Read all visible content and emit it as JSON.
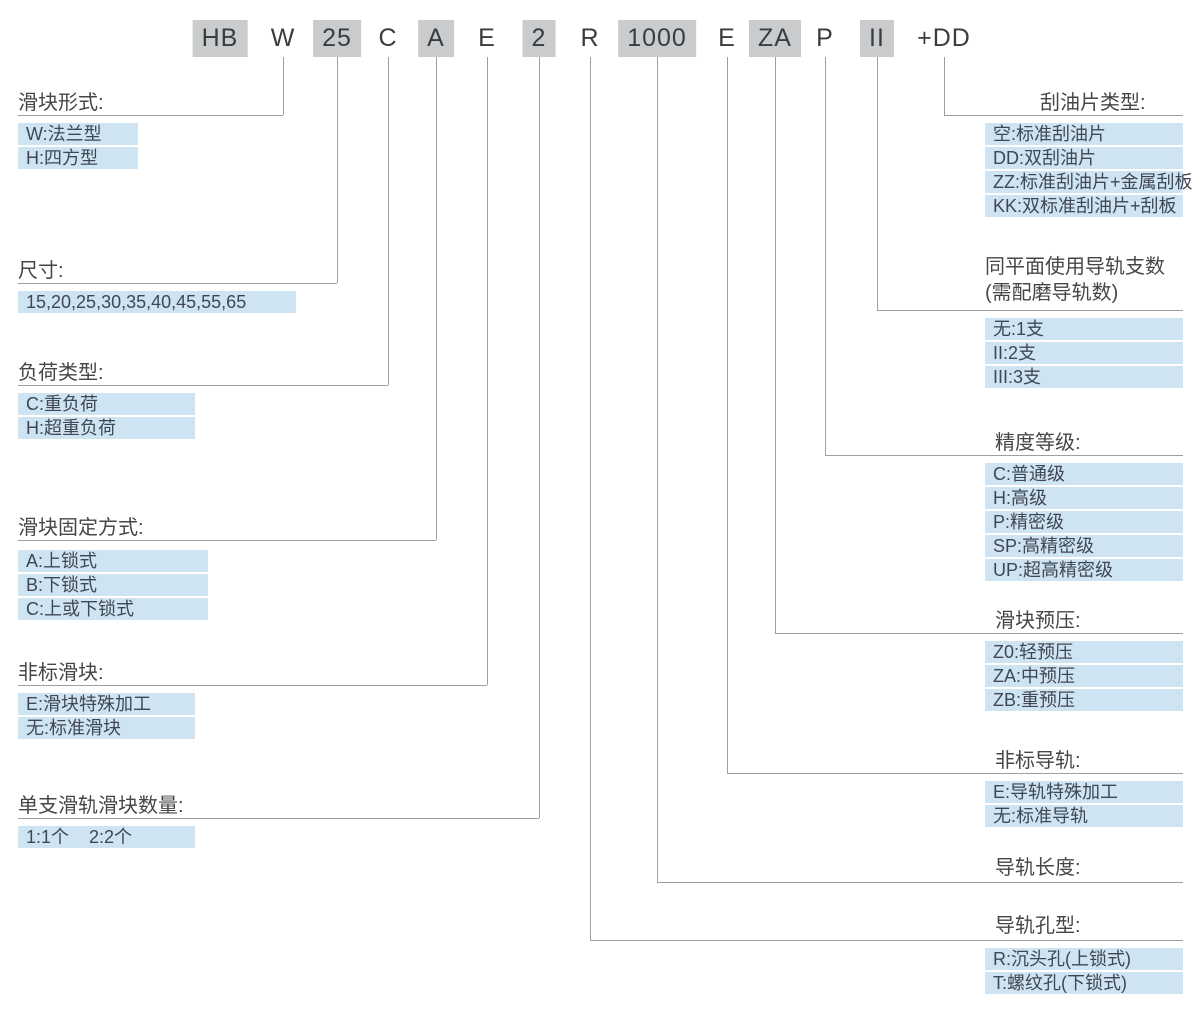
{
  "colors": {
    "segment_shade": "#c9cbcc",
    "item_background": "#cfe4f3",
    "connector_line": "#9aa0a6",
    "text": "#3f4852"
  },
  "code": {
    "segments": [
      {
        "text": "HB",
        "shaded": true
      },
      {
        "text": "W",
        "shaded": false
      },
      {
        "text": "25",
        "shaded": true
      },
      {
        "text": "C",
        "shaded": false
      },
      {
        "text": "A",
        "shaded": true
      },
      {
        "text": "E",
        "shaded": false
      },
      {
        "text": "2",
        "shaded": true
      },
      {
        "text": "R",
        "shaded": false
      },
      {
        "text": "1000",
        "shaded": true
      },
      {
        "text": "E",
        "shaded": false
      },
      {
        "text": "ZA",
        "shaded": true
      },
      {
        "text": "P",
        "shaded": false
      },
      {
        "text": "II",
        "shaded": true
      },
      {
        "text": "+DD",
        "shaded": false
      }
    ]
  },
  "left_sections": {
    "slider_form": {
      "label": "滑块形式:",
      "items": [
        "W:法兰型",
        "H:四方型"
      ]
    },
    "size": {
      "label": "尺寸:",
      "items": [
        "15,20,25,30,35,40,45,55,65"
      ]
    },
    "load_type": {
      "label": "负荷类型:",
      "items": [
        "C:重负荷",
        "H:超重负荷"
      ]
    },
    "slider_fixing": {
      "label": "滑块固定方式:",
      "items": [
        "A:上锁式",
        "B:下锁式",
        "C:上或下锁式"
      ]
    },
    "nonstandard_slider": {
      "label": "非标滑块:",
      "items": [
        "E:滑块特殊加工",
        "无:标准滑块"
      ]
    },
    "sliders_per_rail": {
      "label": "单支滑轨滑块数量:",
      "items": [
        "1:1个    2:2个"
      ]
    }
  },
  "right_sections": {
    "wiper_type": {
      "label": "刮油片类型:",
      "items": [
        "空:标准刮油片",
        "DD:双刮油片",
        "ZZ:标准刮油片+金属刮板",
        "KK:双标准刮油片+刮板"
      ]
    },
    "rails_per_plane": {
      "label_line1": "同平面使用导轨支数",
      "label_line2": "(需配磨导轨数)",
      "items": [
        "无:1支",
        "II:2支",
        "III:3支"
      ]
    },
    "accuracy_grade": {
      "label": "精度等级:",
      "items": [
        "C:普通级",
        "H:高级",
        "P:精密级",
        "SP:高精密级",
        "UP:超高精密级"
      ]
    },
    "slider_preload": {
      "label": "滑块预压:",
      "items": [
        "Z0:轻预压",
        "ZA:中预压",
        "ZB:重预压"
      ]
    },
    "nonstandard_rail": {
      "label": "非标导轨:",
      "items": [
        "E:导轨特殊加工",
        "无:标准导轨"
      ]
    },
    "rail_length": {
      "label": "导轨长度:",
      "items": []
    },
    "rail_hole_type": {
      "label": "导轨孔型:",
      "items": [
        "R:沉头孔(上锁式)",
        "T:螺纹孔(下锁式)"
      ]
    }
  }
}
